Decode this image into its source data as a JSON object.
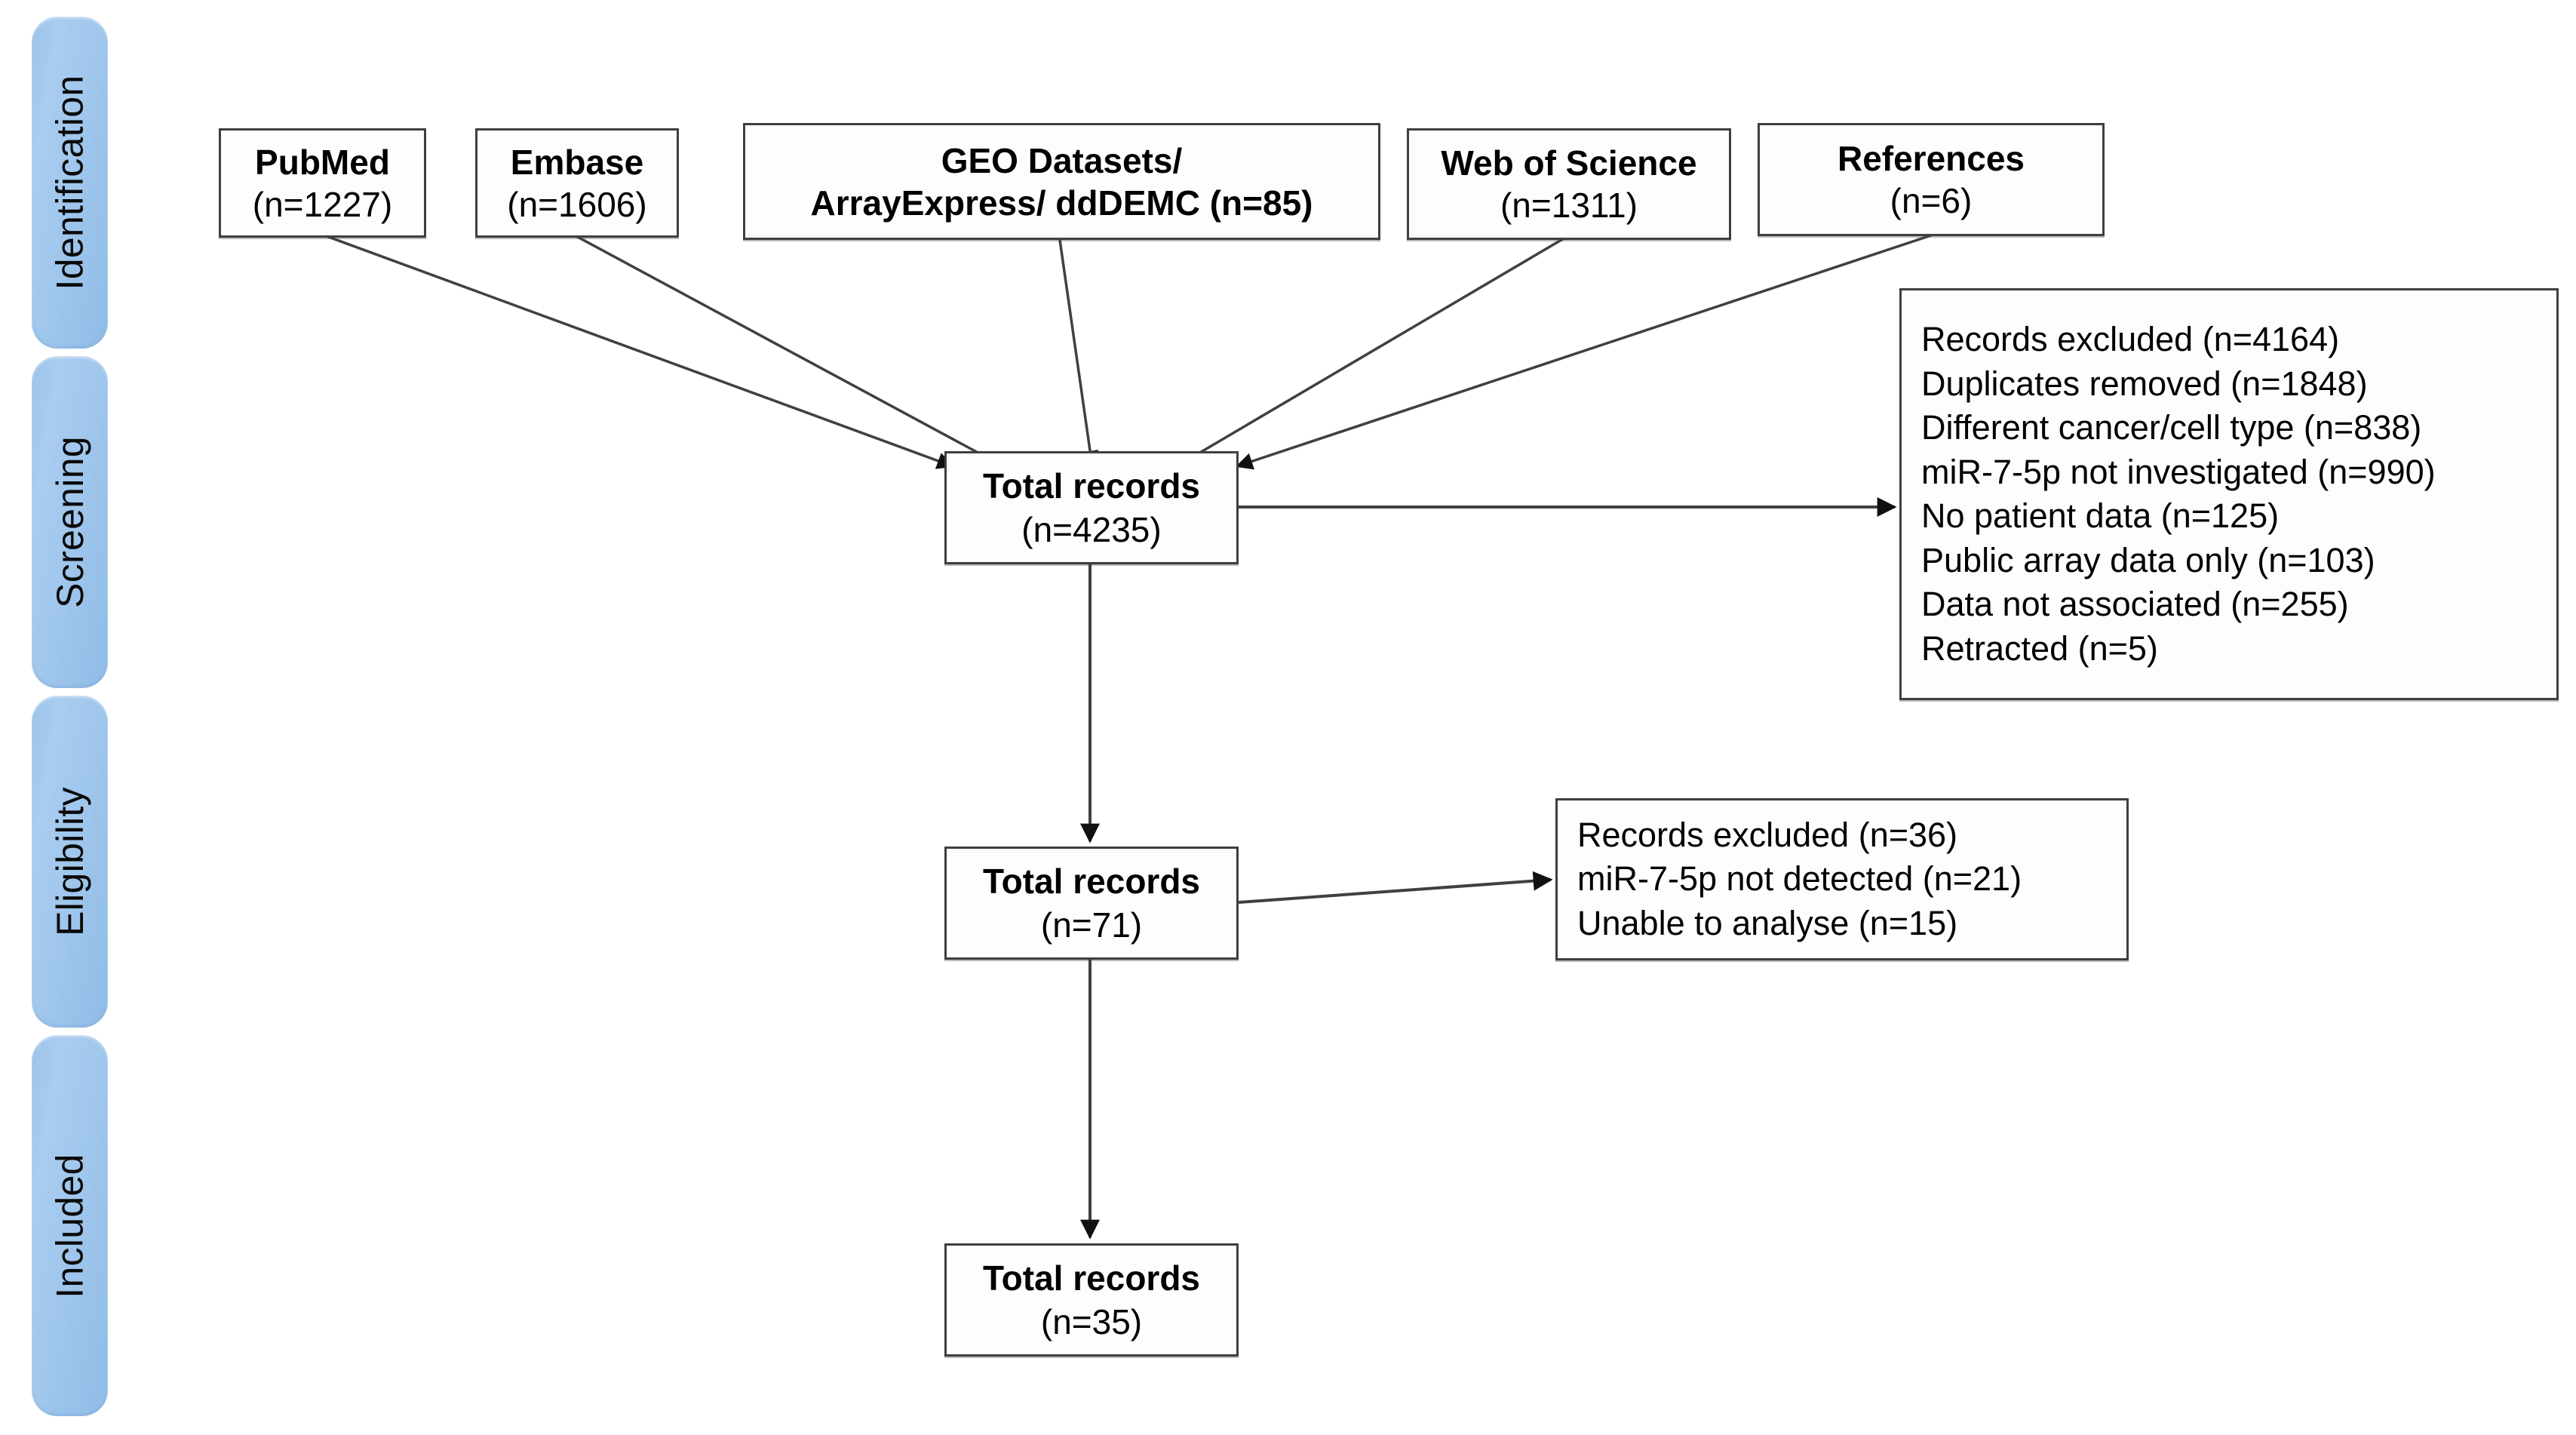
{
  "diagram": {
    "type": "prisma-flow-diagram",
    "colors": {
      "stage_pill": "#9DC3E6",
      "box_border": "#3F3F3F",
      "box_fill": "#FDFDFD",
      "connector": "#404040",
      "text": "#000000"
    },
    "stages": [
      {
        "label": "Identification"
      },
      {
        "label": "Screening"
      },
      {
        "label": "Eligibility"
      },
      {
        "label": "Included"
      }
    ],
    "sources": [
      {
        "name": "PubMed",
        "count": "(n=1227)"
      },
      {
        "name": "Embase",
        "count": "(n=1606)"
      },
      {
        "name": "GEO Datasets/",
        "name2": "ArrayExpress/ ddDEMC",
        "count": "(n=85)"
      },
      {
        "name": "Web of Science",
        "count": "(n=1311)"
      },
      {
        "name": "References",
        "count": "(n=6)"
      }
    ],
    "records": [
      {
        "title": "Total records",
        "count": "(n=4235)"
      },
      {
        "title": "Total records",
        "count": "(n=71)"
      },
      {
        "title": "Total records",
        "count": "(n=35)"
      }
    ],
    "exclusions": [
      {
        "heading_label": "Records excluded",
        "heading_count": " (n=4164)",
        "reasons": [
          "Duplicates removed (n=1848)",
          "Different cancer/cell type (n=838)",
          "miR-7-5p not investigated (n=990)",
          "No patient data (n=125)",
          "Public array data only (n=103)",
          "Data not associated (n=255)",
          "Retracted (n=5)"
        ]
      },
      {
        "heading_label": "Records excluded",
        "heading_count": " (n=36)",
        "reasons": [
          "miR-7-5p not detected (n=21)",
          "Unable to analyse (n=15)"
        ]
      }
    ]
  }
}
